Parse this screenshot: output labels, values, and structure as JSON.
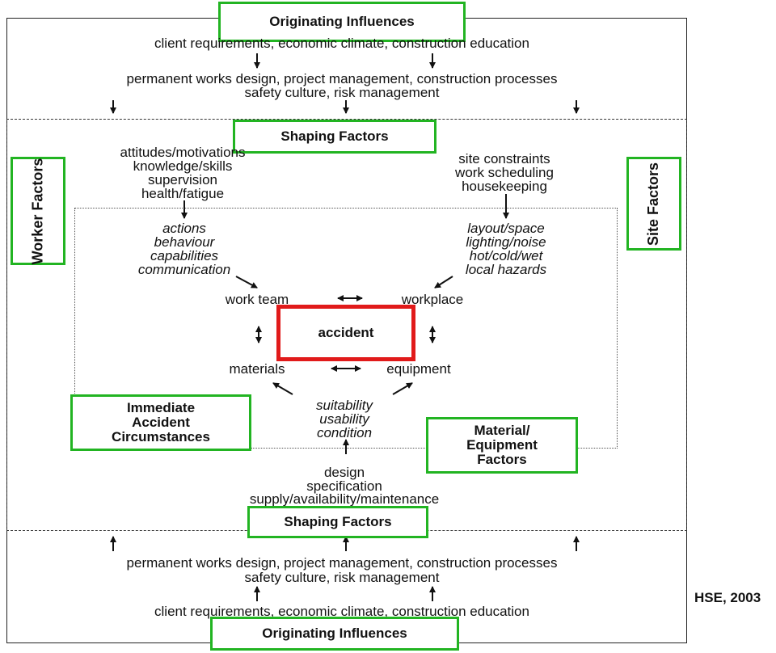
{
  "originating_top": {
    "label": "Originating Influences",
    "line1": "client requirements, economic climate, construction education",
    "line2": "permanent works design, project management, construction processes",
    "line3": "safety culture, risk management"
  },
  "shaping_top": {
    "label": "Shaping Factors"
  },
  "worker": {
    "label": "Worker Factors",
    "list": [
      "attitudes/motivations",
      "knowledge/skills",
      "supervision",
      "health/fatigue"
    ],
    "actions": [
      "actions",
      "behaviour",
      "capabilities",
      "communication"
    ]
  },
  "site": {
    "label": "Site Factors",
    "list": [
      "site constraints",
      "work scheduling",
      "housekeeping"
    ],
    "workplace": [
      "layout/space",
      "lighting/noise",
      "hot/cold/wet",
      "local hazards"
    ]
  },
  "center": {
    "work_team": "work team",
    "workplace": "workplace",
    "accident": "accident",
    "materials": "materials",
    "equipment": "equipment",
    "suitability": [
      "suitability",
      "usability",
      "condition"
    ]
  },
  "immediate": {
    "label": [
      "Immediate",
      "Accident",
      "Circumstances"
    ]
  },
  "material_equipment": {
    "label": [
      "Material/",
      "Equipment",
      "Factors"
    ]
  },
  "bottom_design": [
    "design",
    "specification",
    "supply/availability/maintenance"
  ],
  "shaping_bottom": {
    "label": "Shaping Factors"
  },
  "originating_bottom": {
    "label": "Originating Influences",
    "line1": "permanent works design, project management, construction processes",
    "line2": "safety culture, risk management",
    "line3": "client requirements, economic climate, construction education"
  },
  "credit": "HSE,  2003",
  "colors": {
    "green_box": "#22b422",
    "red_box": "#e11a1a"
  }
}
